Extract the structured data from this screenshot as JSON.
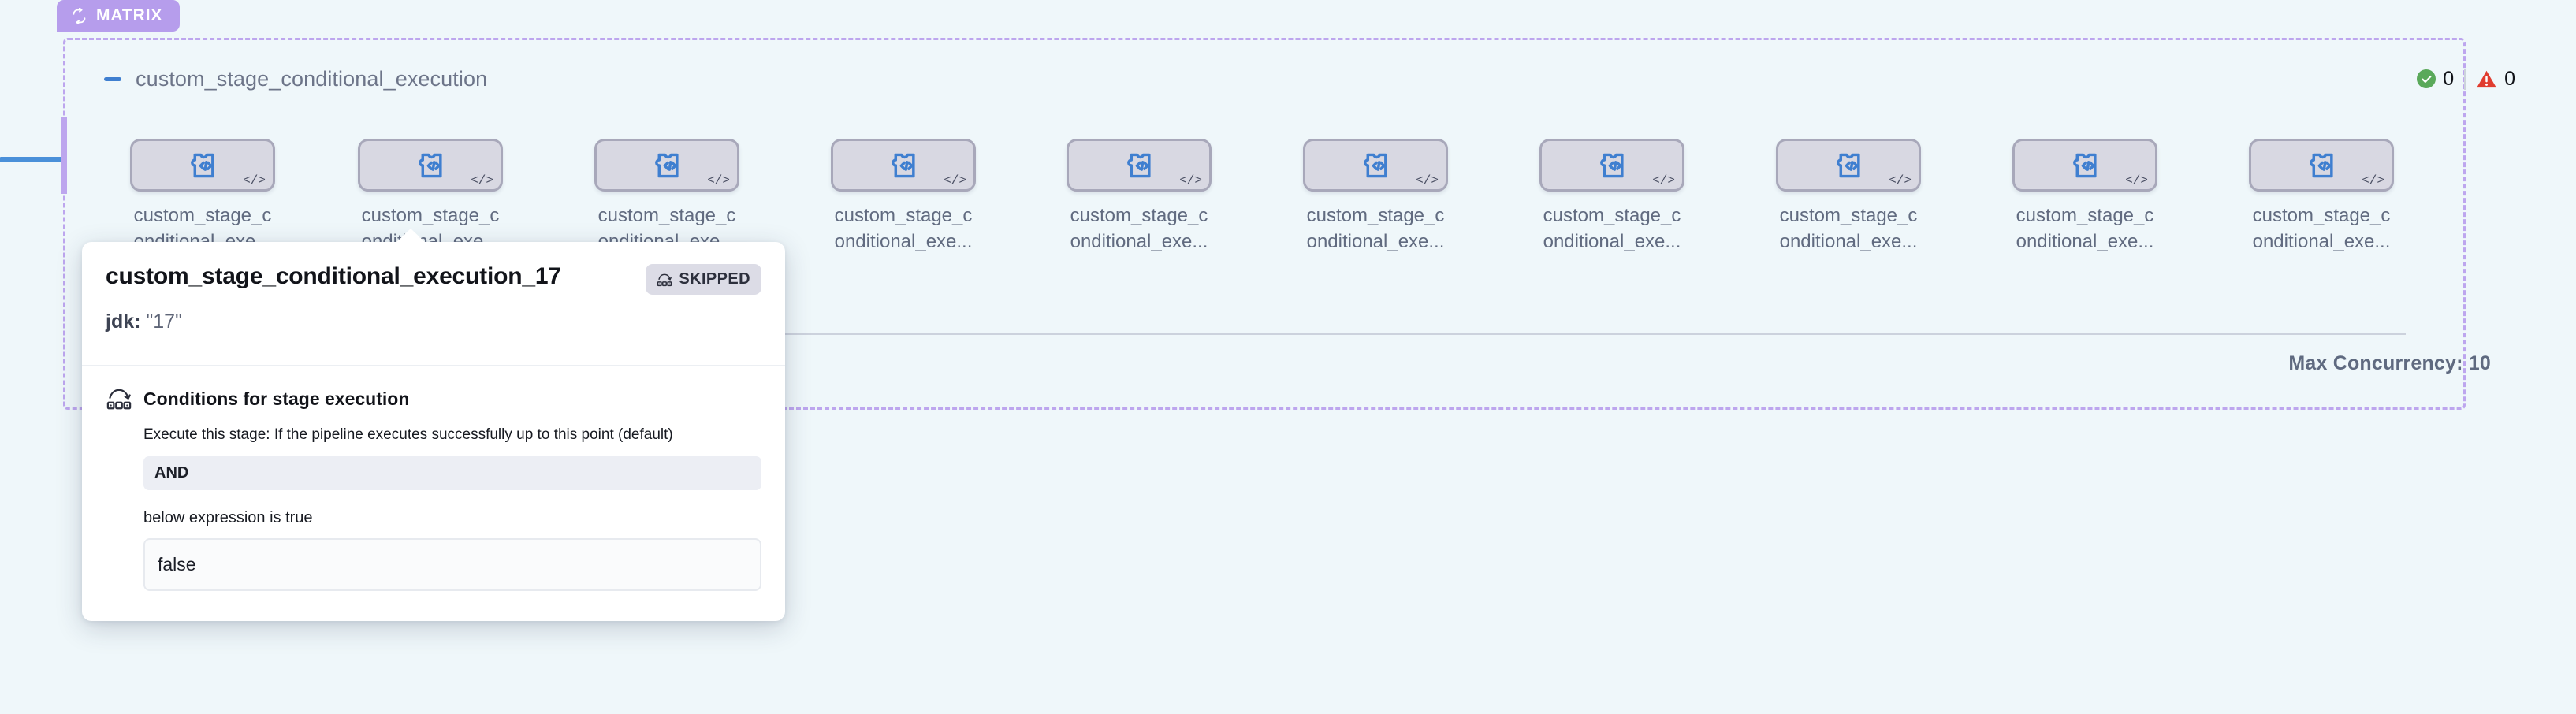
{
  "group": {
    "badge_label": "MATRIX",
    "badge_icon": "loop-icon",
    "title": "custom_stage_conditional_execution",
    "collapse_icon": "collapse-minus-icon",
    "success_count": "0",
    "warning_count": "0",
    "success_icon": "check-circle-icon",
    "warning_icon": "warning-triangle-icon",
    "max_concurrency": "Max Concurrency: 10"
  },
  "nodes": [
    {
      "label": "custom_stage_conditional_exe...",
      "icon": "custom-stage-code-icon",
      "corner_icon": "code-brackets-icon"
    },
    {
      "label": "custom_stage_conditional_exe...",
      "icon": "custom-stage-code-icon",
      "corner_icon": "code-brackets-icon"
    },
    {
      "label": "custom_stage_conditional_exe...",
      "icon": "custom-stage-code-icon",
      "corner_icon": "code-brackets-icon"
    },
    {
      "label": "custom_stage_conditional_exe...",
      "icon": "custom-stage-code-icon",
      "corner_icon": "code-brackets-icon"
    },
    {
      "label": "custom_stage_conditional_exe...",
      "icon": "custom-stage-code-icon",
      "corner_icon": "code-brackets-icon"
    },
    {
      "label": "custom_stage_conditional_exe...",
      "icon": "custom-stage-code-icon",
      "corner_icon": "code-brackets-icon"
    },
    {
      "label": "custom_stage_conditional_exe...",
      "icon": "custom-stage-code-icon",
      "corner_icon": "code-brackets-icon"
    },
    {
      "label": "custom_stage_conditional_exe...",
      "icon": "custom-stage-code-icon",
      "corner_icon": "code-brackets-icon"
    },
    {
      "label": "custom_stage_conditional_exe...",
      "icon": "custom-stage-code-icon",
      "corner_icon": "code-brackets-icon"
    },
    {
      "label": "custom_stage_conditional_exe...",
      "icon": "custom-stage-code-icon",
      "corner_icon": "code-brackets-icon"
    }
  ],
  "popover": {
    "title": "custom_stage_conditional_execution_17",
    "status_label": "SKIPPED",
    "status_icon": "skip-over-icon",
    "meta_key": "jdk:",
    "meta_value": "\"17\"",
    "conditions_icon": "conditions-flow-icon",
    "conditions_title": "Conditions for stage execution",
    "conditions_description": "Execute this stage: If the pipeline executes successfully up to this point (default)",
    "operator_value": "AND",
    "expression_label": "below expression is true",
    "expression_value": "false"
  },
  "colors": {
    "canvas": "#eff7fa",
    "matrix_purple": "#b69dec",
    "connector_blue": "#4a90d9",
    "node_fill": "#d8d8e2",
    "node_border": "#a8a8ba",
    "node_icon_blue": "#3f7fd0",
    "success_green": "#5aa95a",
    "warning_red": "#e03c2f"
  }
}
